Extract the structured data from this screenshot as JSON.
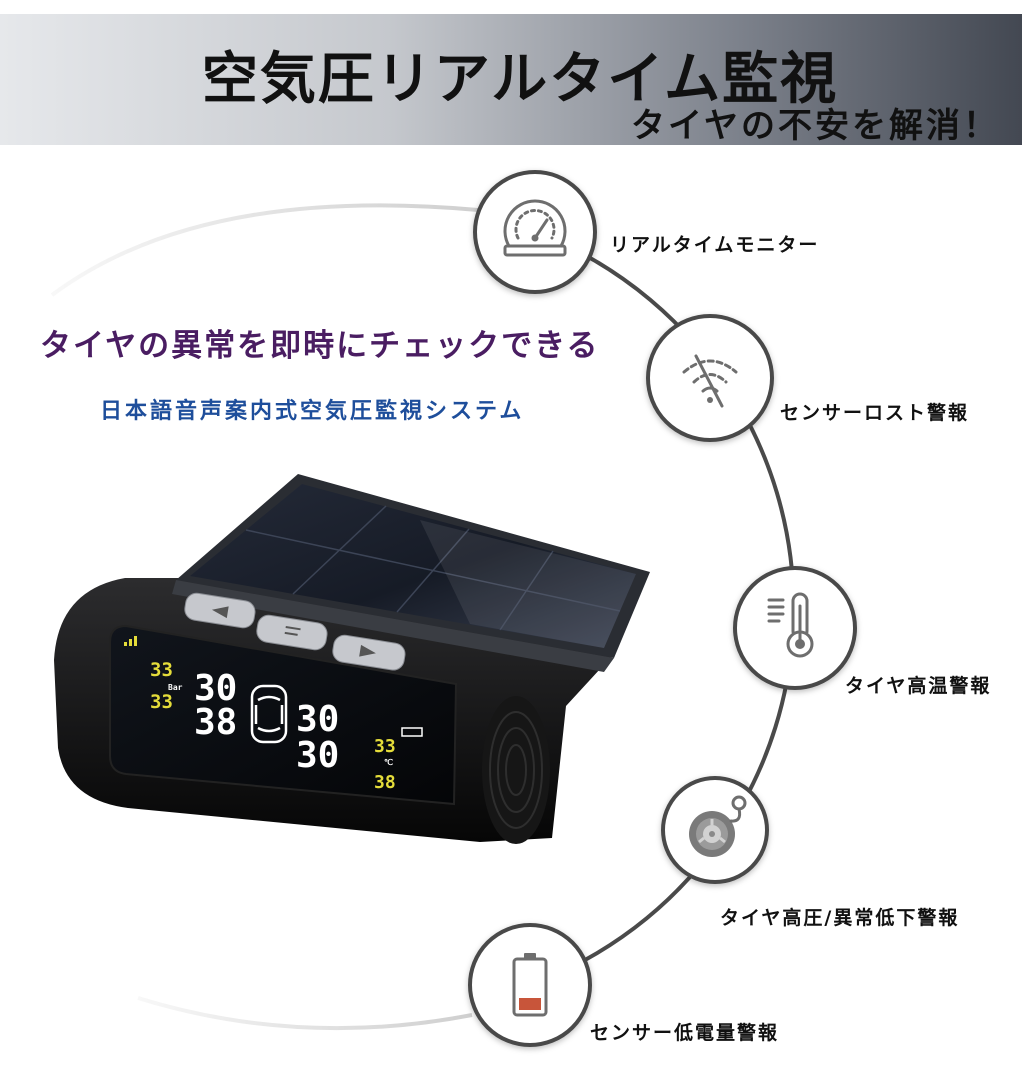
{
  "banner": {
    "title": "空気圧リアルタイム監視",
    "subtitle": "タイヤの不安を解消！"
  },
  "intro": {
    "headline": "タイヤの異常を即時にチェックできる",
    "subheadline": "日本語音声案内式空気圧監視システム"
  },
  "features": [
    {
      "label": "リアルタイムモニター",
      "icon": "gauge-icon"
    },
    {
      "label": "センサーロスト警報",
      "icon": "signal-lost-icon"
    },
    {
      "label": "タイヤ高温警報",
      "icon": "thermometer-icon"
    },
    {
      "label": "タイヤ高圧/異常低下警報",
      "icon": "tire-pressure-icon"
    },
    {
      "label": "センサー低電量警報",
      "icon": "low-battery-icon"
    }
  ],
  "device": {
    "display": {
      "small_left": [
        "33",
        "33"
      ],
      "unit": "Bar",
      "big_left": [
        "30",
        "38"
      ],
      "big_right": [
        "30",
        "30"
      ],
      "small_right": [
        "33",
        "38"
      ],
      "temp_unit": "℃"
    },
    "buttons": [
      "left-button",
      "mode-button",
      "right-button"
    ]
  },
  "colors": {
    "banner_start": "#e6e8eb",
    "banner_end": "#434852",
    "headline": "#4a1d62",
    "subheadline": "#1e4e9b",
    "ring": "#4a4a4a",
    "light_arc": "#cfcfcf",
    "icon": "#6e6e6e",
    "battery_level": "#c8553a",
    "digit_yellow": "#e4dc3a",
    "digit_white": "#ffffff"
  }
}
